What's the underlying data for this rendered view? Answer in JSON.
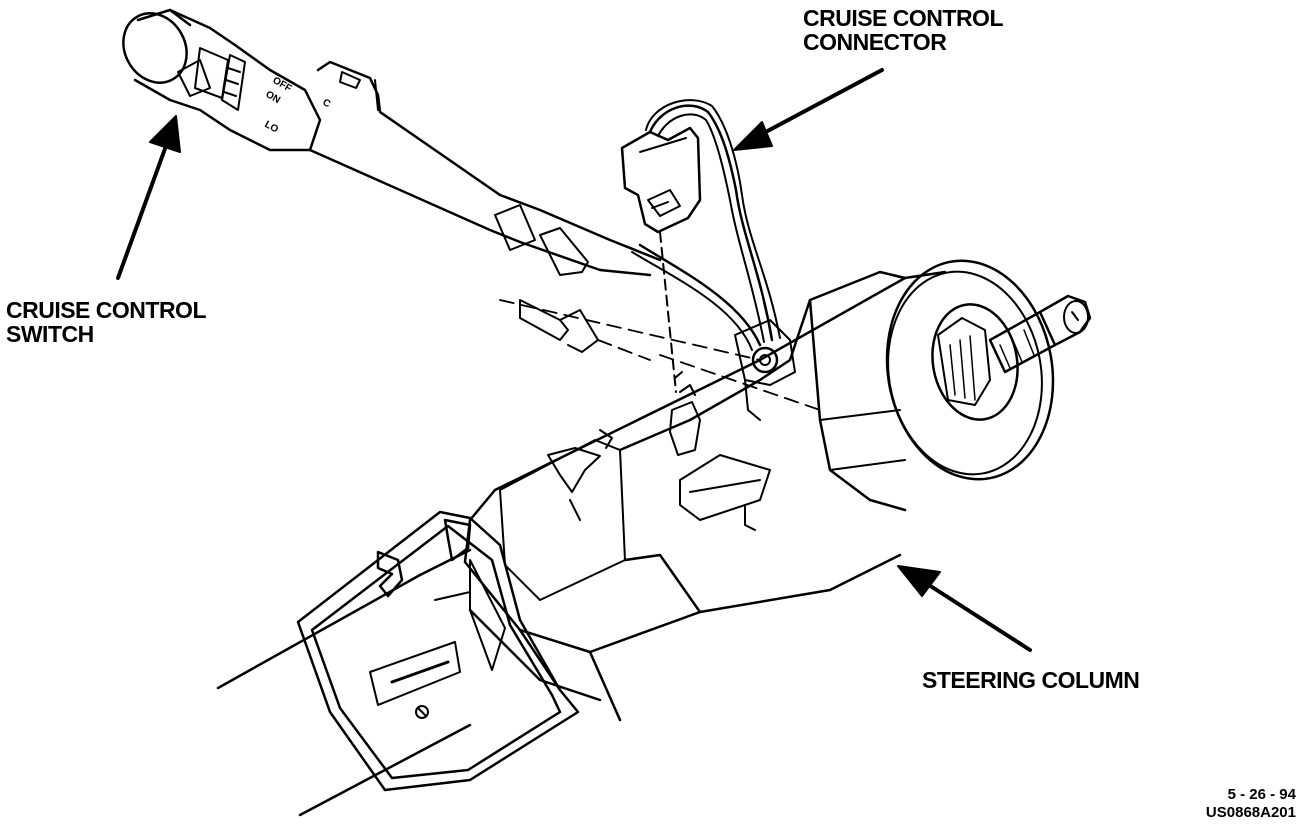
{
  "labels": {
    "connector_line1": "CRUISE CONTROL",
    "connector_line2": "CONNECTOR",
    "switch_line1": "CRUISE CONTROL",
    "switch_line2": "SWITCH",
    "column": "STEERING COLUMN"
  },
  "switch_markings": {
    "off": "OFF",
    "on": "ON",
    "c": "C",
    "lo": "LO"
  },
  "footer": {
    "date": "5 - 26 - 94",
    "code": "US0868A201"
  },
  "colors": {
    "ink": "#000000",
    "paper": "#ffffff"
  }
}
